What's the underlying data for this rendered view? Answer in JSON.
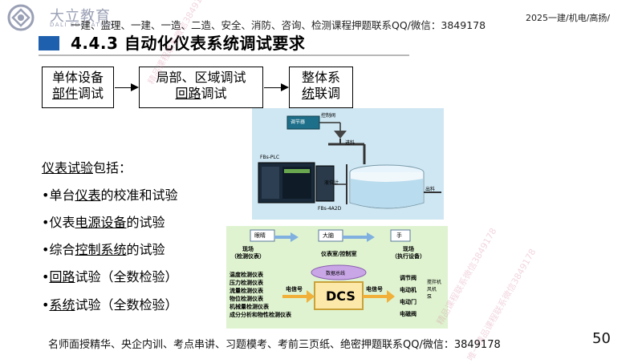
{
  "header": {
    "logo_text": "大立教育",
    "logo_sub": "DALI EDUCATION",
    "banner": "一建、监理、一建、一造、二造、安全、消防、咨询、检测课程押题联系QQ/微信：3849178",
    "top_right": "2025一建/机电/高扬/"
  },
  "title": "4.4.3 自动化仪表系统调试要求",
  "flow": {
    "box1_line1": "单体设备",
    "box1_line2a": "部件",
    "box1_line2b": "调试",
    "box2_line1": "局部、区域调试",
    "box2_line2a": "回路",
    "box2_line2b": "调试",
    "box3_line1": "整体系",
    "box3_line2a": "统",
    "box3_line2b": "联调"
  },
  "list": {
    "heading": "仪表试验包括：",
    "heading_u": "仪表试验",
    "heading_rest": "包括：",
    "items": [
      {
        "pre": "•单台",
        "u": "仪表",
        "post": "的校准和试验"
      },
      {
        "pre": "•仪表",
        "u": "电源设备",
        "post": "的试验"
      },
      {
        "pre": "•综合",
        "u": "控制系统",
        "post": "的试验"
      },
      {
        "pre": "•",
        "u": "回路",
        "post": "试验（全数检验）"
      },
      {
        "pre": "•",
        "u": "系统",
        "post": "试验（全数检验）"
      }
    ]
  },
  "plc_image": {
    "label_controller": "调节器",
    "label_valve": "控制阀",
    "label_inlet": "进料",
    "label_plc": "FBs-PLC",
    "label_level": "液位计",
    "label_module": "FBs-4A2D",
    "label_outlet": "出料"
  },
  "dcs_image": {
    "eye": "眼睛",
    "brain": "大脑",
    "hand": "手",
    "field_left": "现场",
    "field_left_sub": "（检测仪表）",
    "center": "仪表室/控制室",
    "field_right": "现场",
    "field_right_sub": "（执行设备）",
    "left_items": [
      "温度检测仪表",
      "压力检测仪表",
      "流量检测仪表",
      "物位检测仪表",
      "机械量检测仪表",
      "成分分析和物性检测仪表"
    ],
    "signal_left": "电信号",
    "cloud": "数据总线",
    "dcs": "DCS",
    "signal_right": "电信号",
    "right_items": [
      "调节阀",
      "电动机",
      "电动门",
      "电磁阀"
    ],
    "right_extra": [
      "搅拌机",
      "风机",
      "泵"
    ]
  },
  "footer": "名师面授精华、央企内训、考点串讲、习题模考、考前三页纸、绝密押题联系QQ/微信：3849178",
  "page_number": "50",
  "watermarks": [
    "精品课程联系微信3849178",
    "精品课程联系微信3849178",
    "唯一精品课程联系微信3849178"
  ]
}
